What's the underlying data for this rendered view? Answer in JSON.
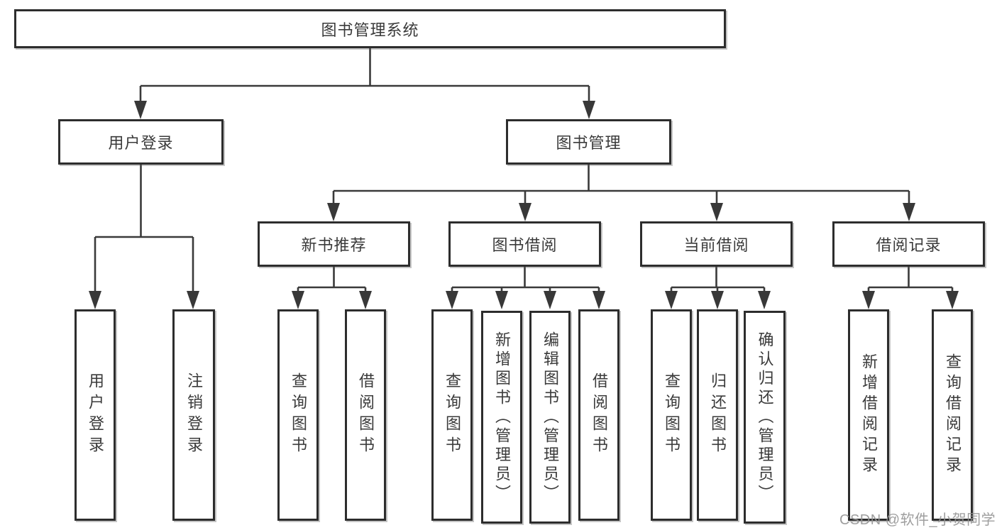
{
  "colors": {
    "line": "#3a3a3a",
    "border": "#2d2d2d",
    "text": "#3a3a3a",
    "watermark": "#949494"
  },
  "tree": {
    "root": "图书管理系统",
    "branches": [
      {
        "label": "用户登录",
        "children": [
          "用户登录",
          "注销登录"
        ]
      },
      {
        "label": "图书管理",
        "children": [
          {
            "label": "新书推荐",
            "children": [
              "查询图书",
              "借阅图书"
            ]
          },
          {
            "label": "图书借阅",
            "children": [
              "查询图书",
              "新增图书（管理员）",
              "编辑图书（管理员）",
              "借阅图书"
            ]
          },
          {
            "label": "当前借阅",
            "children": [
              "查询图书",
              "归还图书",
              "确认归还（管理员）"
            ]
          },
          {
            "label": "借阅记录",
            "children": [
              "新增借阅记录",
              "查询借阅记录"
            ]
          }
        ]
      }
    ]
  },
  "watermark": "CSDN @软件_小贺同学"
}
